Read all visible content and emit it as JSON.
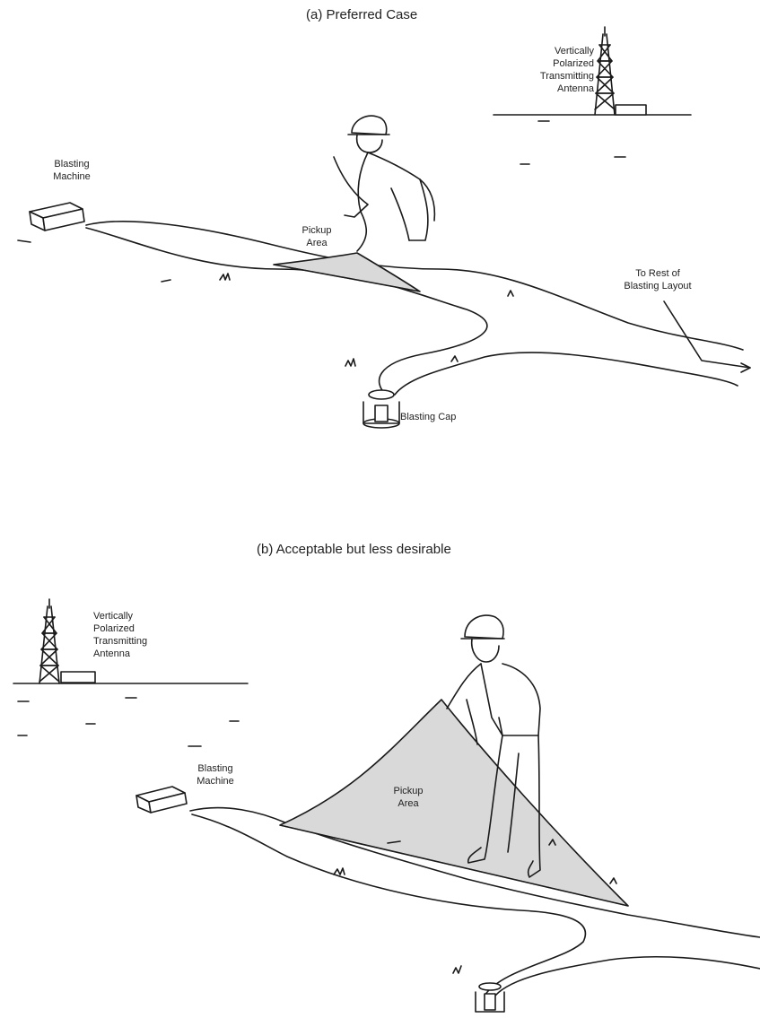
{
  "panel_a": {
    "title": "(a) Preferred Case",
    "antenna_label": "Vertically\nPolarized\nTransmitting\nAntenna",
    "machine_label": "Blasting\nMachine",
    "pickup_label": "Pickup\nArea",
    "layout_label": "To Rest of\nBlasting Layout",
    "cap_label": "Blasting Cap"
  },
  "panel_b": {
    "title": "(b) Acceptable but less desirable",
    "antenna_label": "Vertically\nPolarized\nTransmitting\nAntenna",
    "machine_label": "Blasting\nMachine",
    "pickup_label": "Pickup\nArea"
  },
  "colors": {
    "line": "#1a1a1a",
    "pickup_fill": "#d9d9d9"
  }
}
